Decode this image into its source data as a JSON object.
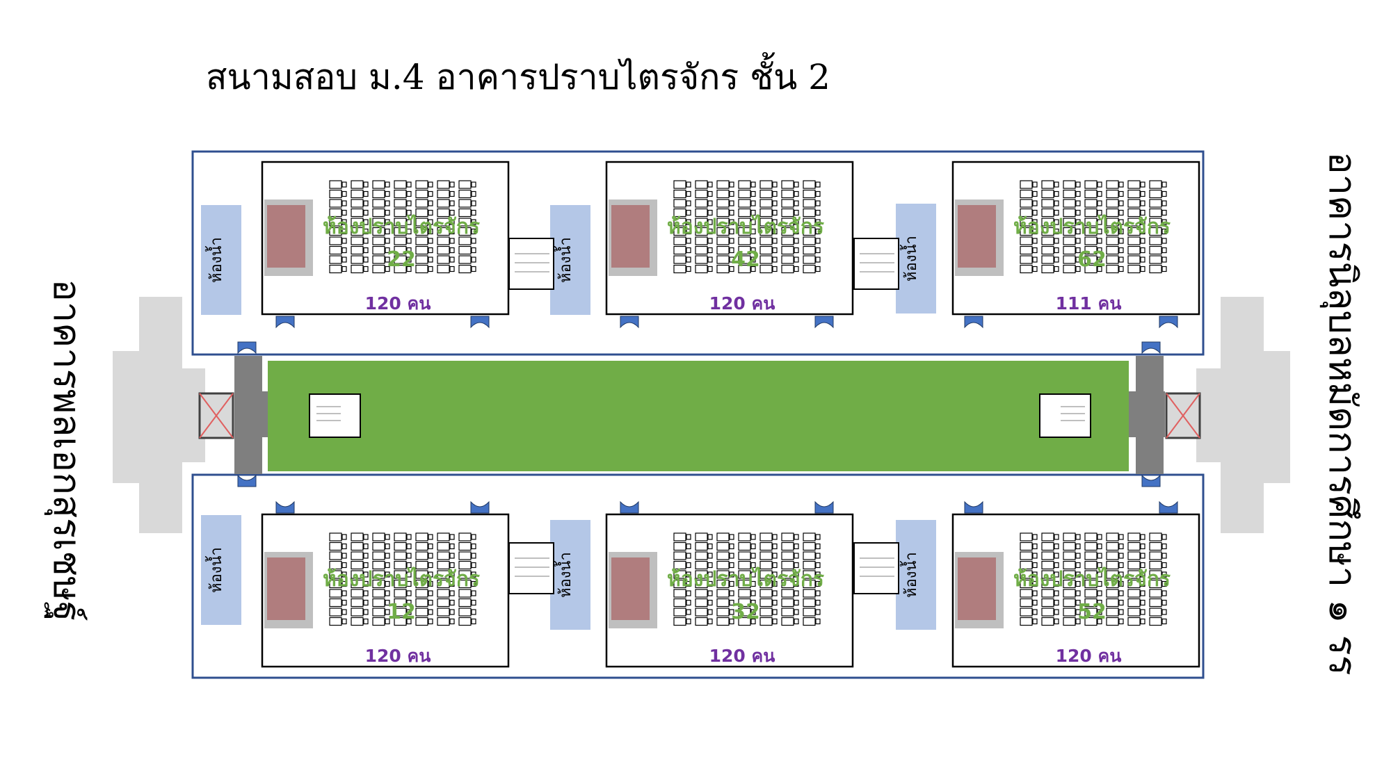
{
  "title": "สนามสอบ ม.4 อาคารปราบไตรจักร ชั้น 2",
  "left_building": "อาคารพลเอกสุรเชษฐ์",
  "right_building": "อาคารนิลุบลหมัดการศึกษา ๑ รร",
  "restroom_label": "ห้องน้ำ",
  "rooms": [
    {
      "name": "ห้องปราบไตรจักร",
      "number": "22",
      "capacity": "120 คน"
    },
    {
      "name": "ห้องปราบไตรจักร",
      "number": "42",
      "capacity": "120 คน"
    },
    {
      "name": "ห้องปราบไตรจักร",
      "number": "62",
      "capacity": "111 คน"
    },
    {
      "name": "ห้องปราบไตรจักร",
      "number": "12",
      "capacity": "120 คน"
    },
    {
      "name": "ห้องปราบไตรจักร",
      "number": "32",
      "capacity": "120 คน"
    },
    {
      "name": "ห้องปราบไตรจักร",
      "number": "52",
      "capacity": "120 คน"
    }
  ],
  "colors": {
    "courtyard": "#70ad47",
    "wing_border": "#2f4f8f",
    "restroom": "#b4c7e7",
    "teacher_desk": "#b07d7e",
    "desk_frame": "#bfbfbf",
    "corridor": "#7f7f7f",
    "outer_structure": "#d9d9d9",
    "door": "#4472c4",
    "room_name": "#70ad47",
    "capacity": "#7030a0"
  }
}
